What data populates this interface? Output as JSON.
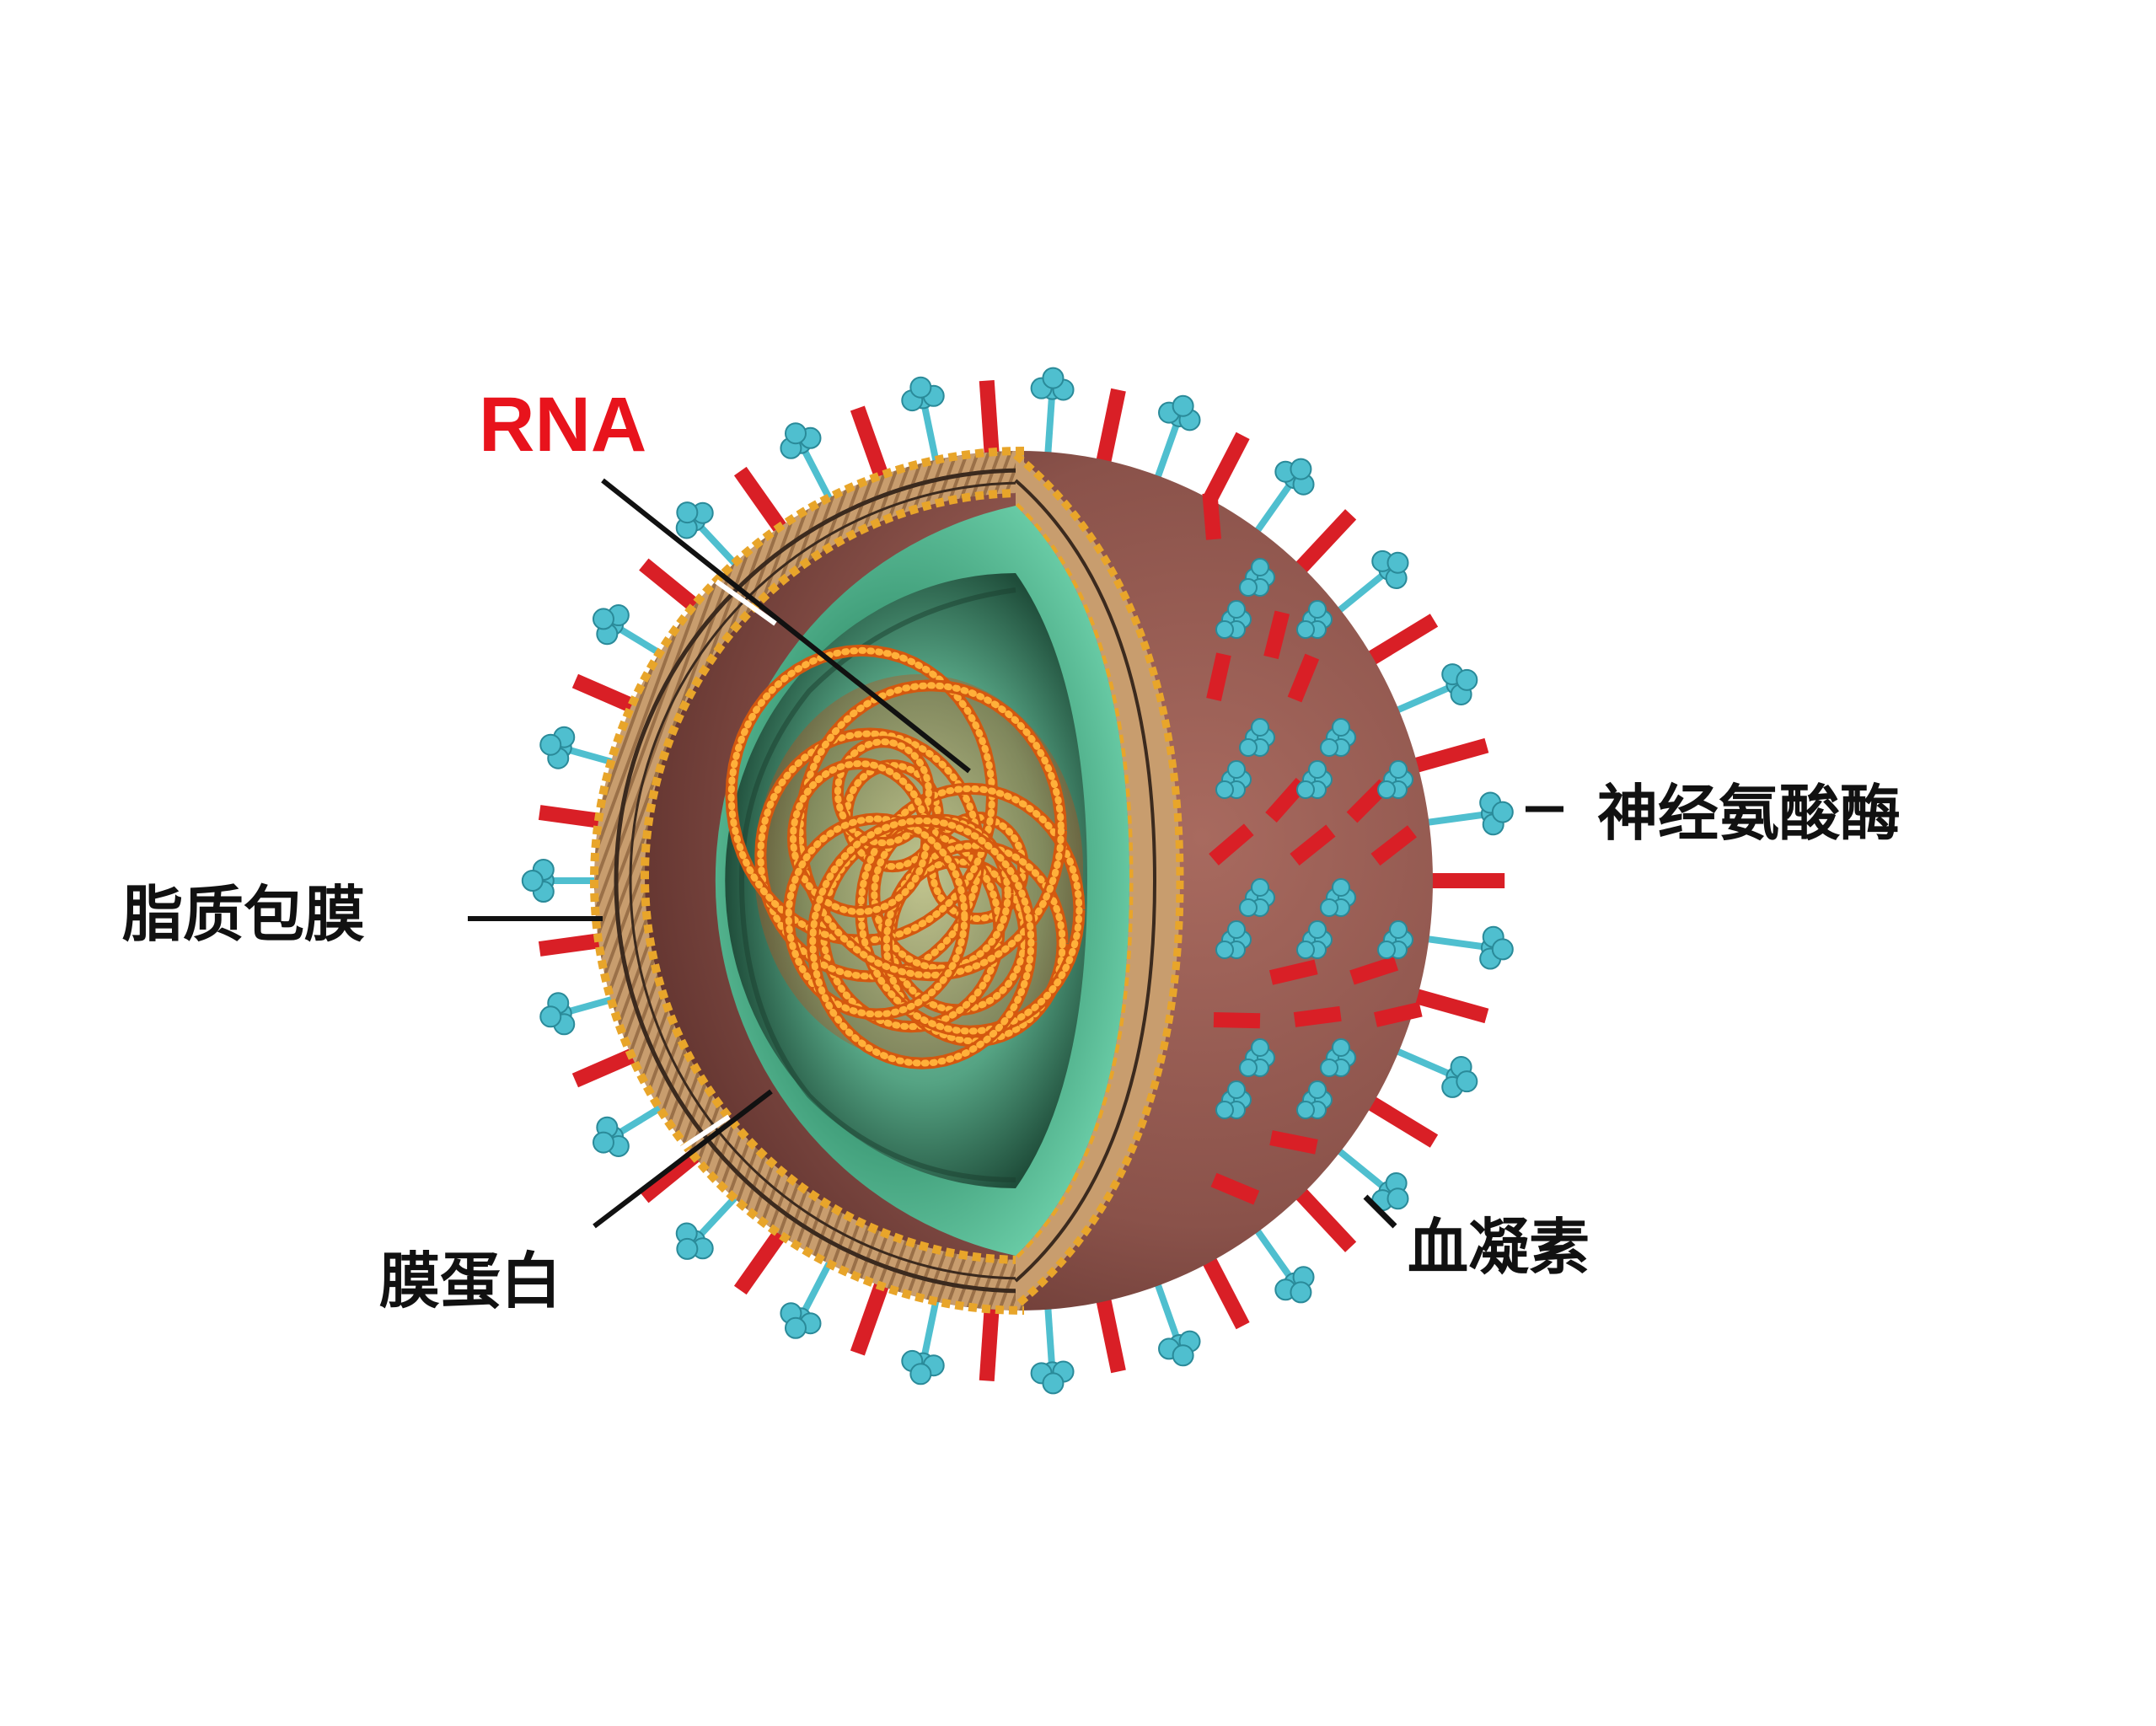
{
  "labels": {
    "rna": "RNA",
    "neuraminidase": "神经氨酸酶",
    "lipid_envelope": "脂质包膜",
    "membrane_protein": "膜蛋白",
    "hemagglutinin": "血凝素"
  },
  "colors": {
    "background": "#ffffff",
    "rna_label": "#e8131c",
    "label_text": "#111111",
    "leader_line": "#111111",
    "hemagglutinin_spike": "#d91f26",
    "neuraminidase_spike": "#4fbfcf",
    "envelope_outer": "#8a524a",
    "membrane_band": "#c89d6e",
    "membrane_bead": "#e8a52a",
    "matrix_protein": "#5fc39e",
    "rna_strand": "#e8761a"
  },
  "icons": {
    "hemagglutinin": "red-rod-spike",
    "neuraminidase": "blue-mushroom-spike"
  }
}
